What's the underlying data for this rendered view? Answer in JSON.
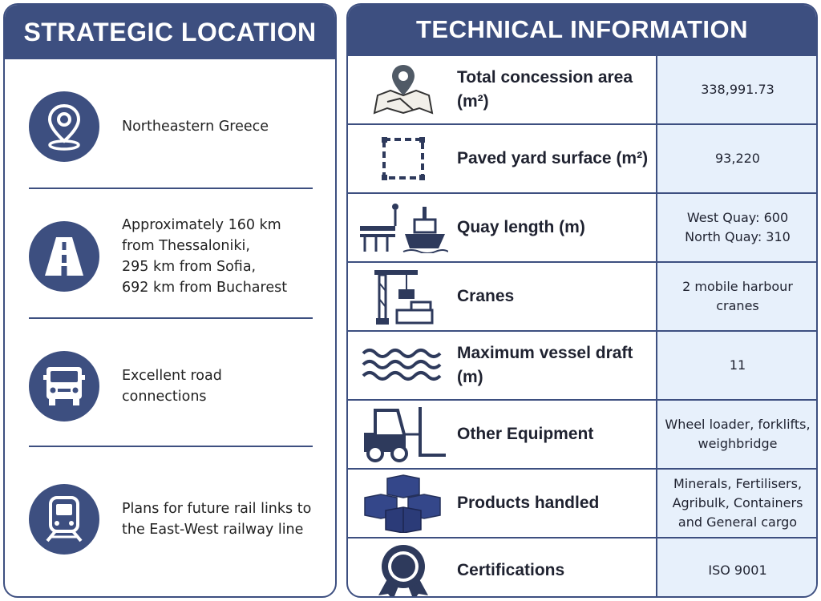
{
  "strategic_location": {
    "title": "STRATEGIC LOCATION",
    "items": [
      {
        "icon": "map-pin-icon",
        "text": "Northeastern Greece"
      },
      {
        "icon": "road-icon",
        "text": "Approximately 160 km\nfrom Thessaloniki,\n295 km from Sofia,\n692 km from Bucharest"
      },
      {
        "icon": "truck-icon",
        "text": "Excellent road\nconnections"
      },
      {
        "icon": "train-icon",
        "text": "Plans for future rail links to\nthe East-West railway line"
      }
    ]
  },
  "technical_information": {
    "title": "TECHNICAL INFORMATION",
    "rows": [
      {
        "icon": "map-location-icon",
        "label": "Total concession area (m²)",
        "value": "338,991.73"
      },
      {
        "icon": "dashed-square-icon",
        "label": "Paved yard surface (m²)",
        "value": "93,220"
      },
      {
        "icon": "ship-quay-icon",
        "label": "Quay length (m)",
        "value": "West Quay: 600\nNorth Quay: 310"
      },
      {
        "icon": "crane-icon",
        "label": "Cranes",
        "value": "2 mobile harbour\ncranes"
      },
      {
        "icon": "waves-icon",
        "label": "Maximum vessel draft (m)",
        "value": "11"
      },
      {
        "icon": "forklift-icon",
        "label": "Other Equipment",
        "value": "Wheel loader, forklifts,\nweighbridge"
      },
      {
        "icon": "boxes-icon",
        "label": "Products handled",
        "value": "Minerals, Fertilisers,\nAgribulk, Containers\nand General cargo"
      },
      {
        "icon": "certificate-badge-icon",
        "label": "Certifications",
        "value": "ISO 9001"
      }
    ]
  },
  "colors": {
    "primary": "#3d4f80",
    "value_bg": "#e7f0fb"
  }
}
